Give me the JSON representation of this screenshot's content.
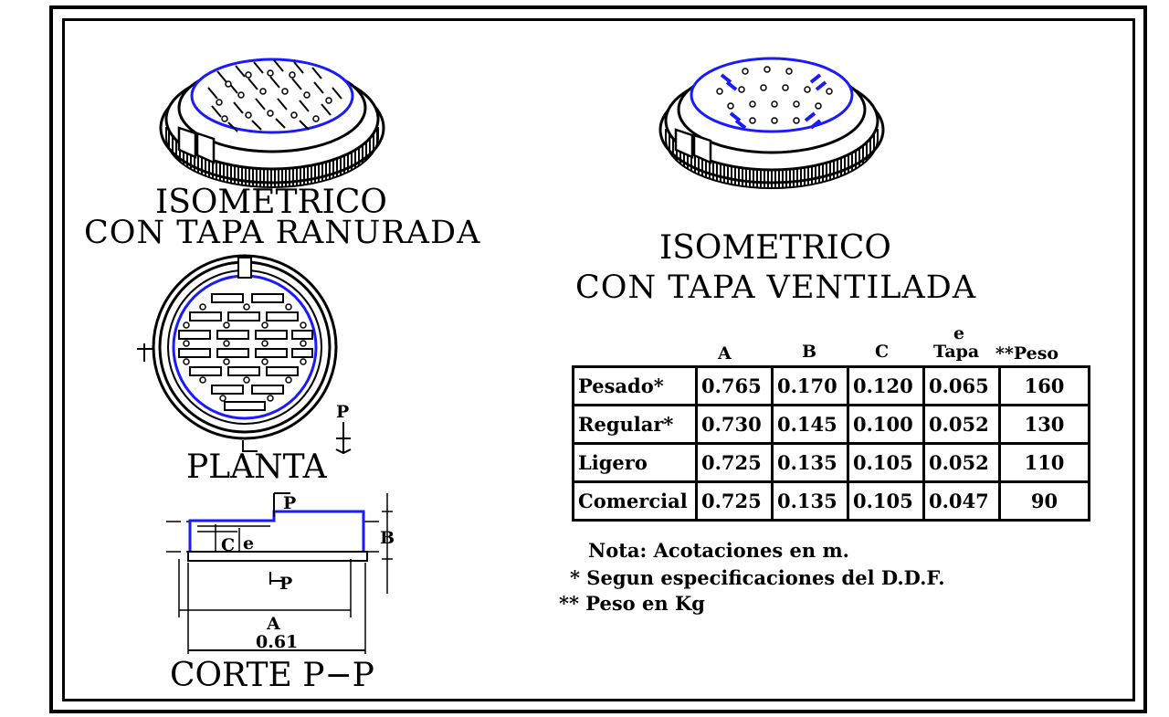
{
  "titles": {
    "iso_ranurada_line1": "ISOMETRICO",
    "iso_ranurada_line2": "CON TAPA RANURADA",
    "iso_ventilada_line1": "ISOMETRICO",
    "iso_ventilada_line2": "CON TAPA VENTILADA",
    "planta": "PLANTA",
    "corte": "CORTE P−P"
  },
  "dimension_labels": {
    "p_plan": "P",
    "p_section_top": "P",
    "p_section_bottom": "P",
    "c": "C",
    "e": "e",
    "b": "B",
    "a": "A",
    "a_value": "0.61"
  },
  "table": {
    "headers": [
      "A",
      "B",
      "C",
      "e",
      "Tapa",
      "**Peso"
    ],
    "rows": [
      {
        "label": "Pesado*",
        "a": "0.765",
        "b": "0.170",
        "c": "0.120",
        "e": "0.065",
        "peso": "160"
      },
      {
        "label": "Regular*",
        "a": "0.730",
        "b": "0.145",
        "c": "0.100",
        "e": "0.052",
        "peso": "130"
      },
      {
        "label": "Ligero",
        "a": "0.725",
        "b": "0.135",
        "c": "0.105",
        "e": "0.052",
        "peso": "110"
      },
      {
        "label": "Comercial",
        "a": "0.725",
        "b": "0.135",
        "c": "0.105",
        "e": "0.047",
        "peso": "90"
      }
    ]
  },
  "notes": {
    "line1": "Nota: Acotaciones en m.",
    "line2": "* Segun especificaciones del D.D.F.",
    "line3": "** Peso en Kg"
  },
  "colors": {
    "line": "#000000",
    "cover_outline": "#1a1aff"
  }
}
